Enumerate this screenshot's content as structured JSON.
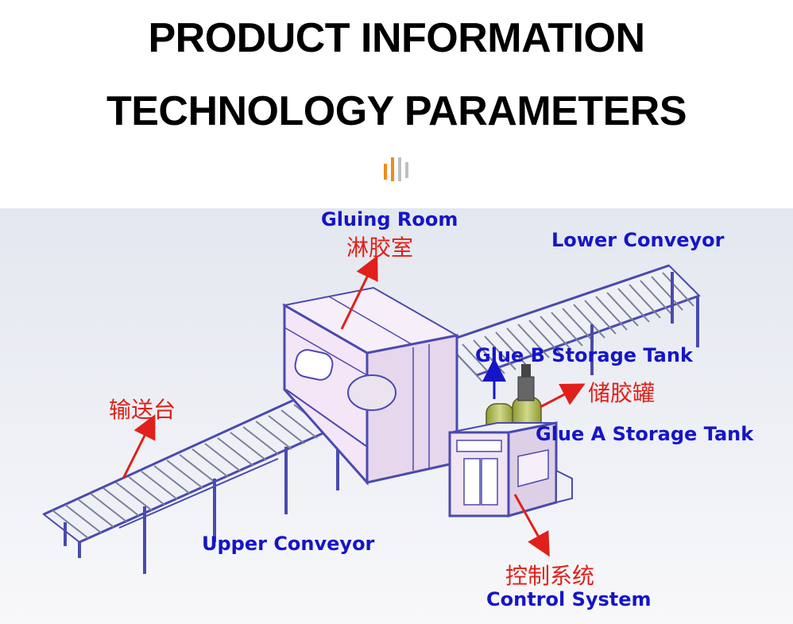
{
  "header": {
    "title_line1": "PRODUCT INFORMATION",
    "title_line2": "TECHNOLOGY PARAMETERS",
    "accent_color": "#f08a1c"
  },
  "labels": {
    "gluing_room_en": "Gluing Room",
    "gluing_room_cn": "淋胶室",
    "lower_conveyor": "Lower Conveyor",
    "glue_b_tank": "Glue B Storage Tank",
    "storage_tank_cn": "储胶罐",
    "glue_a_tank": "Glue A Storage Tank",
    "conveyor_table_cn": "输送台",
    "upper_conveyor": "Upper Conveyor",
    "control_system_cn": "控制系统",
    "control_system_en": "Control System"
  },
  "colors": {
    "label_blue": "#1515c8",
    "label_red": "#e0201a",
    "frame_blue": "#4a4ab0",
    "panel_pink": "#f4e6f6",
    "tank_green": "#a7b04a"
  }
}
